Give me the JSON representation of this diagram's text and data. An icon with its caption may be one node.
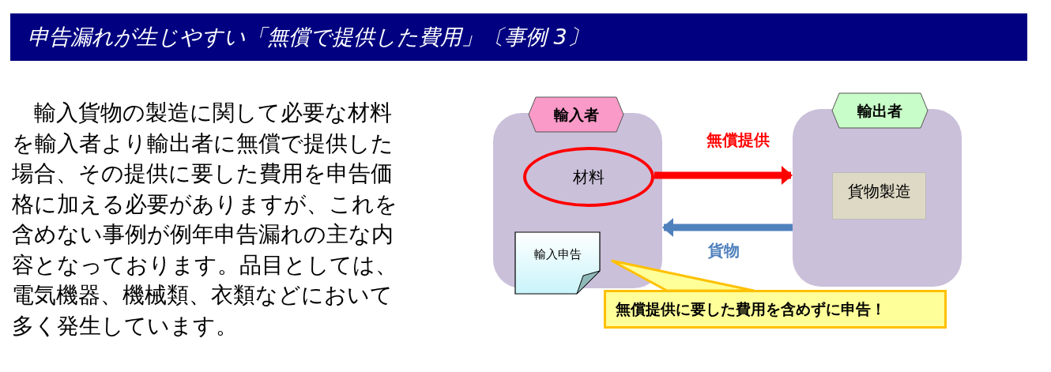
{
  "diagram": {
    "title": "申告漏れが生じやすい「無償で提供した費用」〔事例 3〕",
    "nodes": [
      {
        "text": [
          "輸入者"
        ]
      },
      {
        "text": [
          "輸出者"
        ]
      },
      {
        "text": [
          "材料"
        ],
        "in": 0
      },
      {
        "text": [
          "貨物製造"
        ],
        "in": 1
      },
      {
        "text": [
          "輸入申告"
        ],
        "in": 0
      },
      {
        "text": [
          "無償提供に要した費用を含めずに申告！"
        ]
      }
    ],
    "edges": [
      {
        "from": 2,
        "to": 1,
        "arrow": "to",
        "label": "無償提供",
        "color": "#ff0000"
      },
      {
        "from": 1,
        "to": 0,
        "arrow": "to",
        "label": "貨物",
        "color": "#4f81bd"
      },
      {
        "from": 5,
        "to": 4,
        "arrow": "none"
      }
    ],
    "labels": [
      "輸入貨物の製造に関して必要な材料を輸入者より輸出者に無償で提供した場合、その提供に要した費用を申告価格に加える必要がありますが、これを含めない事例が例年申告漏れの主な内容となっております。品目としては、電気機器、機械類、衣類などにおいて多く発生しています。"
    ]
  }
}
